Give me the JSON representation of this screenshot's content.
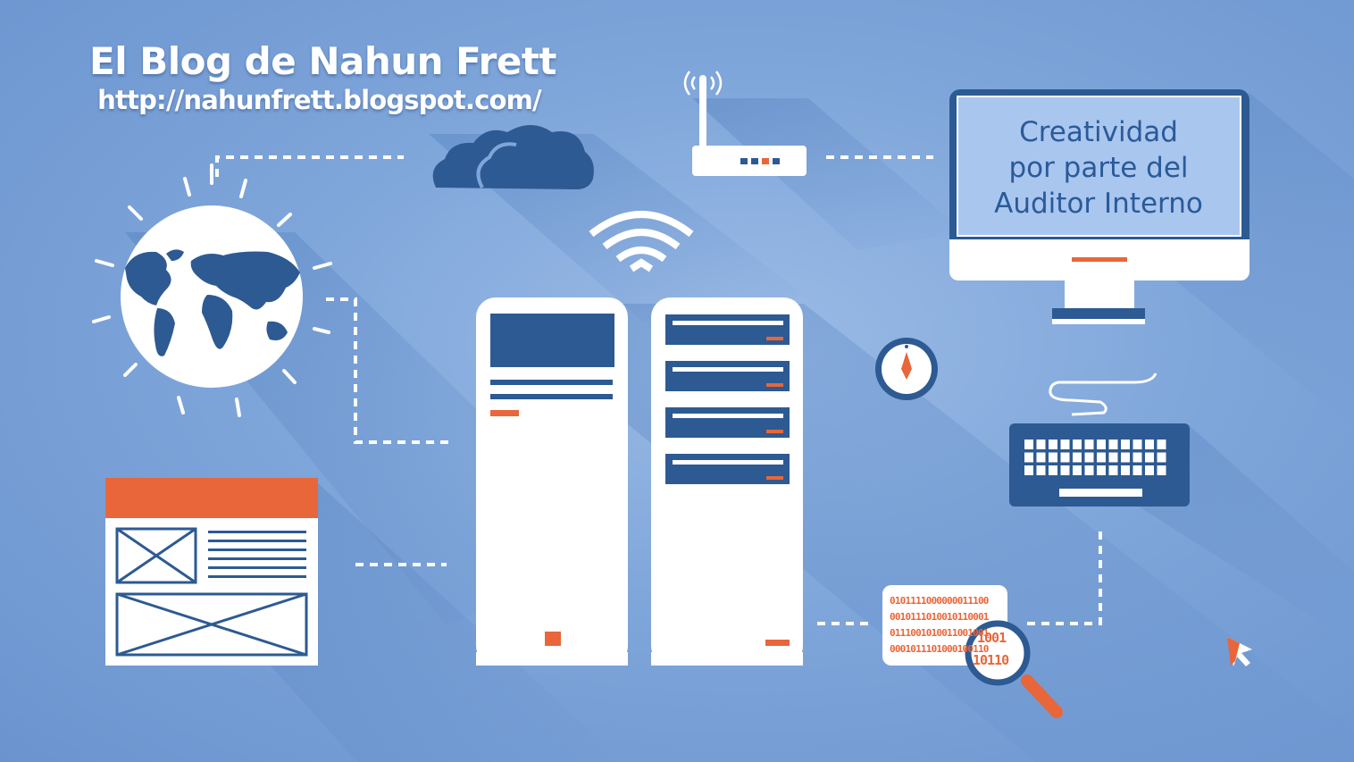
{
  "header": {
    "title": "El Blog de Nahun Frett",
    "url": "http://nahunfrett.blogspot.com/"
  },
  "monitor": {
    "lines": [
      "Creatividad",
      "por parte del",
      "Auditor Interno"
    ]
  },
  "binary_card": {
    "lines": [
      "0101111000000011100",
      "0010111010010110001",
      "0111001010011001001",
      "0001011101000100110"
    ],
    "zoomed": [
      "1001",
      "10110"
    ]
  },
  "icons": [
    "globe-icon",
    "cloud-icon",
    "router-icon",
    "wifi-icon",
    "server-icon",
    "monitor-icon",
    "compass-icon",
    "keyboard-icon",
    "webpage-wireframe-icon",
    "magnifier-icon",
    "cursor-icon"
  ],
  "colors": {
    "background": "#7fa6da",
    "navy": "#2d5a92",
    "orange": "#e8663a",
    "white": "#ffffff"
  }
}
